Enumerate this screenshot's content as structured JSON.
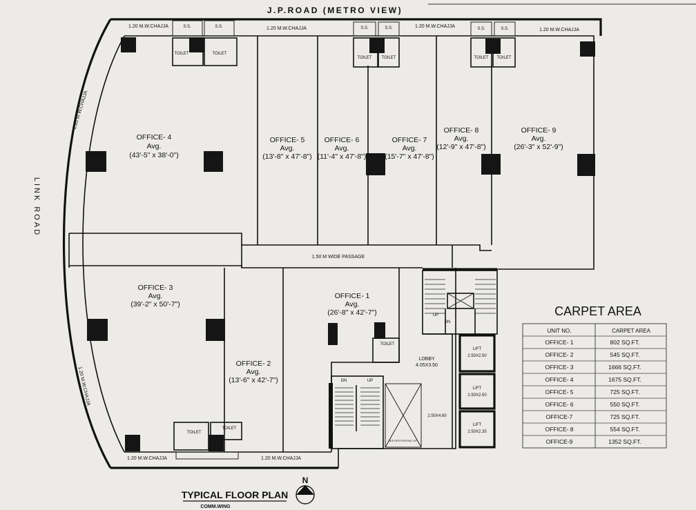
{
  "roads": {
    "top": "J.P.ROAD (METRO VIEW)",
    "left": "LINK ROAD"
  },
  "chajja": {
    "label": "1.20 M.W.CHAJJA",
    "arc_label": "1.20 M.W.CHAJJA"
  },
  "rooms": {
    "toilet": "TOILET",
    "ss": "S.S.",
    "passage": "1.50 M WIDE PASSAGE",
    "lobby": "LOBBY",
    "lobby_size": "4.05X3.50",
    "void_size": "2.50X4.60",
    "lift": "LIFT",
    "lift1_size": "2.50X2.50",
    "lift2_size": "2.50X2.50",
    "lift3_size": "2.50X2.35",
    "stair_dn": "DN",
    "stair_up": "UP",
    "fire_note": "SEE FIRE FIGHTING LIFT"
  },
  "offices": [
    {
      "name": "OFFICE- 1",
      "avg": "Avg.",
      "dims": "(26'-8\" x 42'-7\")"
    },
    {
      "name": "OFFICE- 2",
      "avg": "Avg.",
      "dims": "(13'-6\" x 42'-7\")"
    },
    {
      "name": "OFFICE- 3",
      "avg": "Avg.",
      "dims": "(39'-2\" x 50'-7\")"
    },
    {
      "name": "OFFICE- 4",
      "avg": "Avg.",
      "dims": "(43'-5\" x 38'-0\")"
    },
    {
      "name": "OFFICE- 5",
      "avg": "Avg.",
      "dims": "(13'-8\" x 47'-8\")"
    },
    {
      "name": "OFFICE- 6",
      "avg": "Avg.",
      "dims": "(11'-4\" x 47'-8\")"
    },
    {
      "name": "OFFICE- 7",
      "avg": "Avg.",
      "dims": "(15'-7\" x 47'-8\")"
    },
    {
      "name": "OFFICE- 8",
      "avg": "Avg.",
      "dims": "(12'-9\" x 47'-8\")"
    },
    {
      "name": "OFFICE- 9",
      "avg": "Avg.",
      "dims": "(26'-3\" x 52'-9\")"
    }
  ],
  "carpet_area": {
    "title": "CARPET AREA",
    "headers": [
      "UNIT NO.",
      "CARPET AREA"
    ],
    "rows": [
      [
        "OFFICE- 1",
        "802 SQ.FT."
      ],
      [
        "OFFICE- 2",
        "545 SQ.FT."
      ],
      [
        "OFFICE- 3",
        "1666 SQ.FT."
      ],
      [
        "OFFICE- 4",
        "1675 SQ.FT."
      ],
      [
        "OFFICE- 5",
        "725 SQ.FT."
      ],
      [
        "OFFICE- 6",
        "550 SQ.FT."
      ],
      [
        "OFFICE-7",
        "725 SQ.FT."
      ],
      [
        "OFFICE- 8",
        "554 SQ.FT."
      ],
      [
        "OFFICE-9",
        "1352 SQ.FT."
      ]
    ]
  },
  "footer": {
    "title": "TYPICAL FLOOR  PLAN",
    "subtitle": "COMM.WING",
    "north": "N"
  }
}
